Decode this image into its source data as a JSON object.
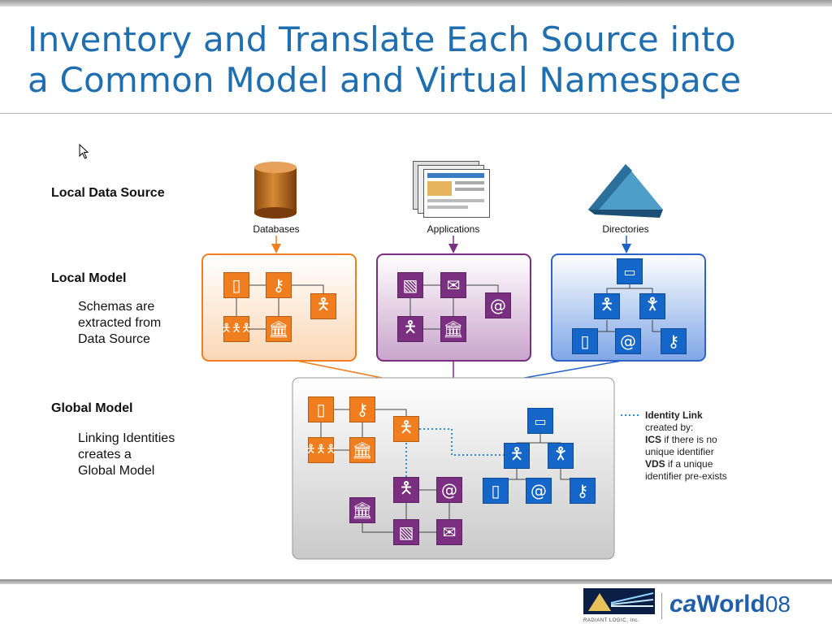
{
  "title": {
    "line1": "Inventory and Translate Each Source into",
    "line2": "a Common Model and Virtual Namespace"
  },
  "rows": {
    "local_data_source": "Local Data Source",
    "local_model": "Local Model",
    "local_model_desc": [
      "Schemas are",
      "extracted from",
      "Data Source"
    ],
    "global_model": "Global Model",
    "global_model_desc": [
      "Linking Identities",
      "creates a",
      "Global Model"
    ]
  },
  "sources": {
    "databases": "Databases",
    "applications": "Applications",
    "directories": "Directories"
  },
  "legend": {
    "identity_link": "Identity Link",
    "created_by": "created by:",
    "ics": "ICS",
    "ics_desc_1": "if there is no",
    "ics_desc_2": "unique identifier",
    "vds": "VDS",
    "vds_desc_1": "if a unique",
    "vds_desc_2": "identifier pre-exists"
  },
  "footer": {
    "radiant_logic": "RADIANT LOGIC, Inc.",
    "ca": "ca",
    "world": "World",
    "year": "08"
  },
  "colors": {
    "orange": "#f07d1e",
    "purple": "#7a2f80",
    "blue": "#1466c9",
    "title_blue": "#1f6fb0"
  }
}
